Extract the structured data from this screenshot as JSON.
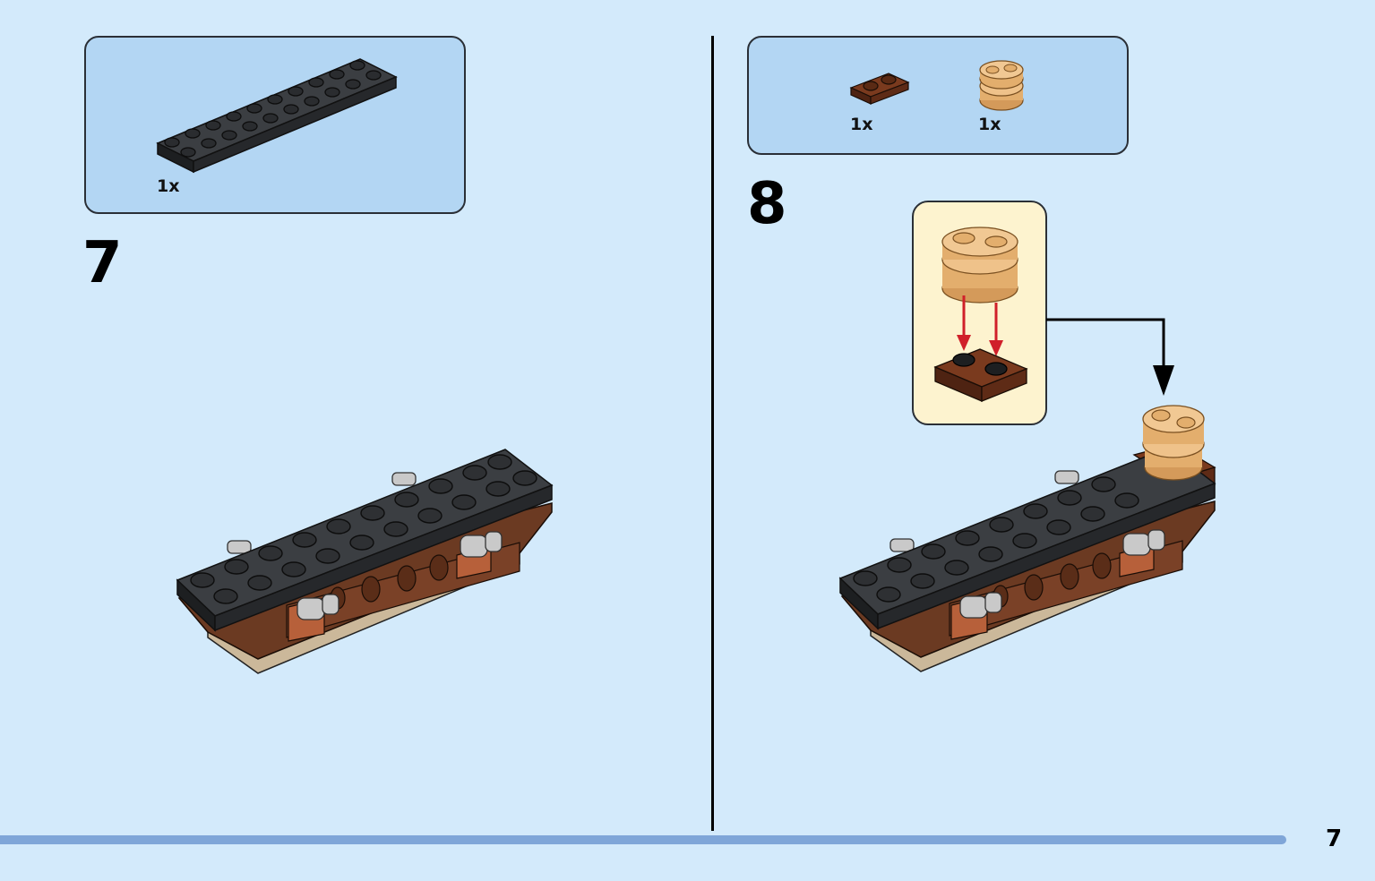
{
  "page": {
    "number": "7"
  },
  "step7": {
    "number": "7",
    "parts": [
      {
        "qty": "1x",
        "part_icon": "black-plate-2x10"
      }
    ]
  },
  "step8": {
    "number": "8",
    "parts": [
      {
        "qty": "1x",
        "part_icon": "brown-plate-1x2"
      },
      {
        "qty": "1x",
        "part_icon": "tan-oval-plate-stack"
      }
    ],
    "callout_icon": "assembly-detail"
  },
  "colors": {
    "background": "#d3eafb",
    "parts_box": "#b3d6f3",
    "callout": "#fdf3cf",
    "black_plate": "#333639",
    "brown": "#6b3a22",
    "tan": "#e3ae6d",
    "arrow_red": "#d0202a",
    "bar": "#7fa6d8"
  }
}
